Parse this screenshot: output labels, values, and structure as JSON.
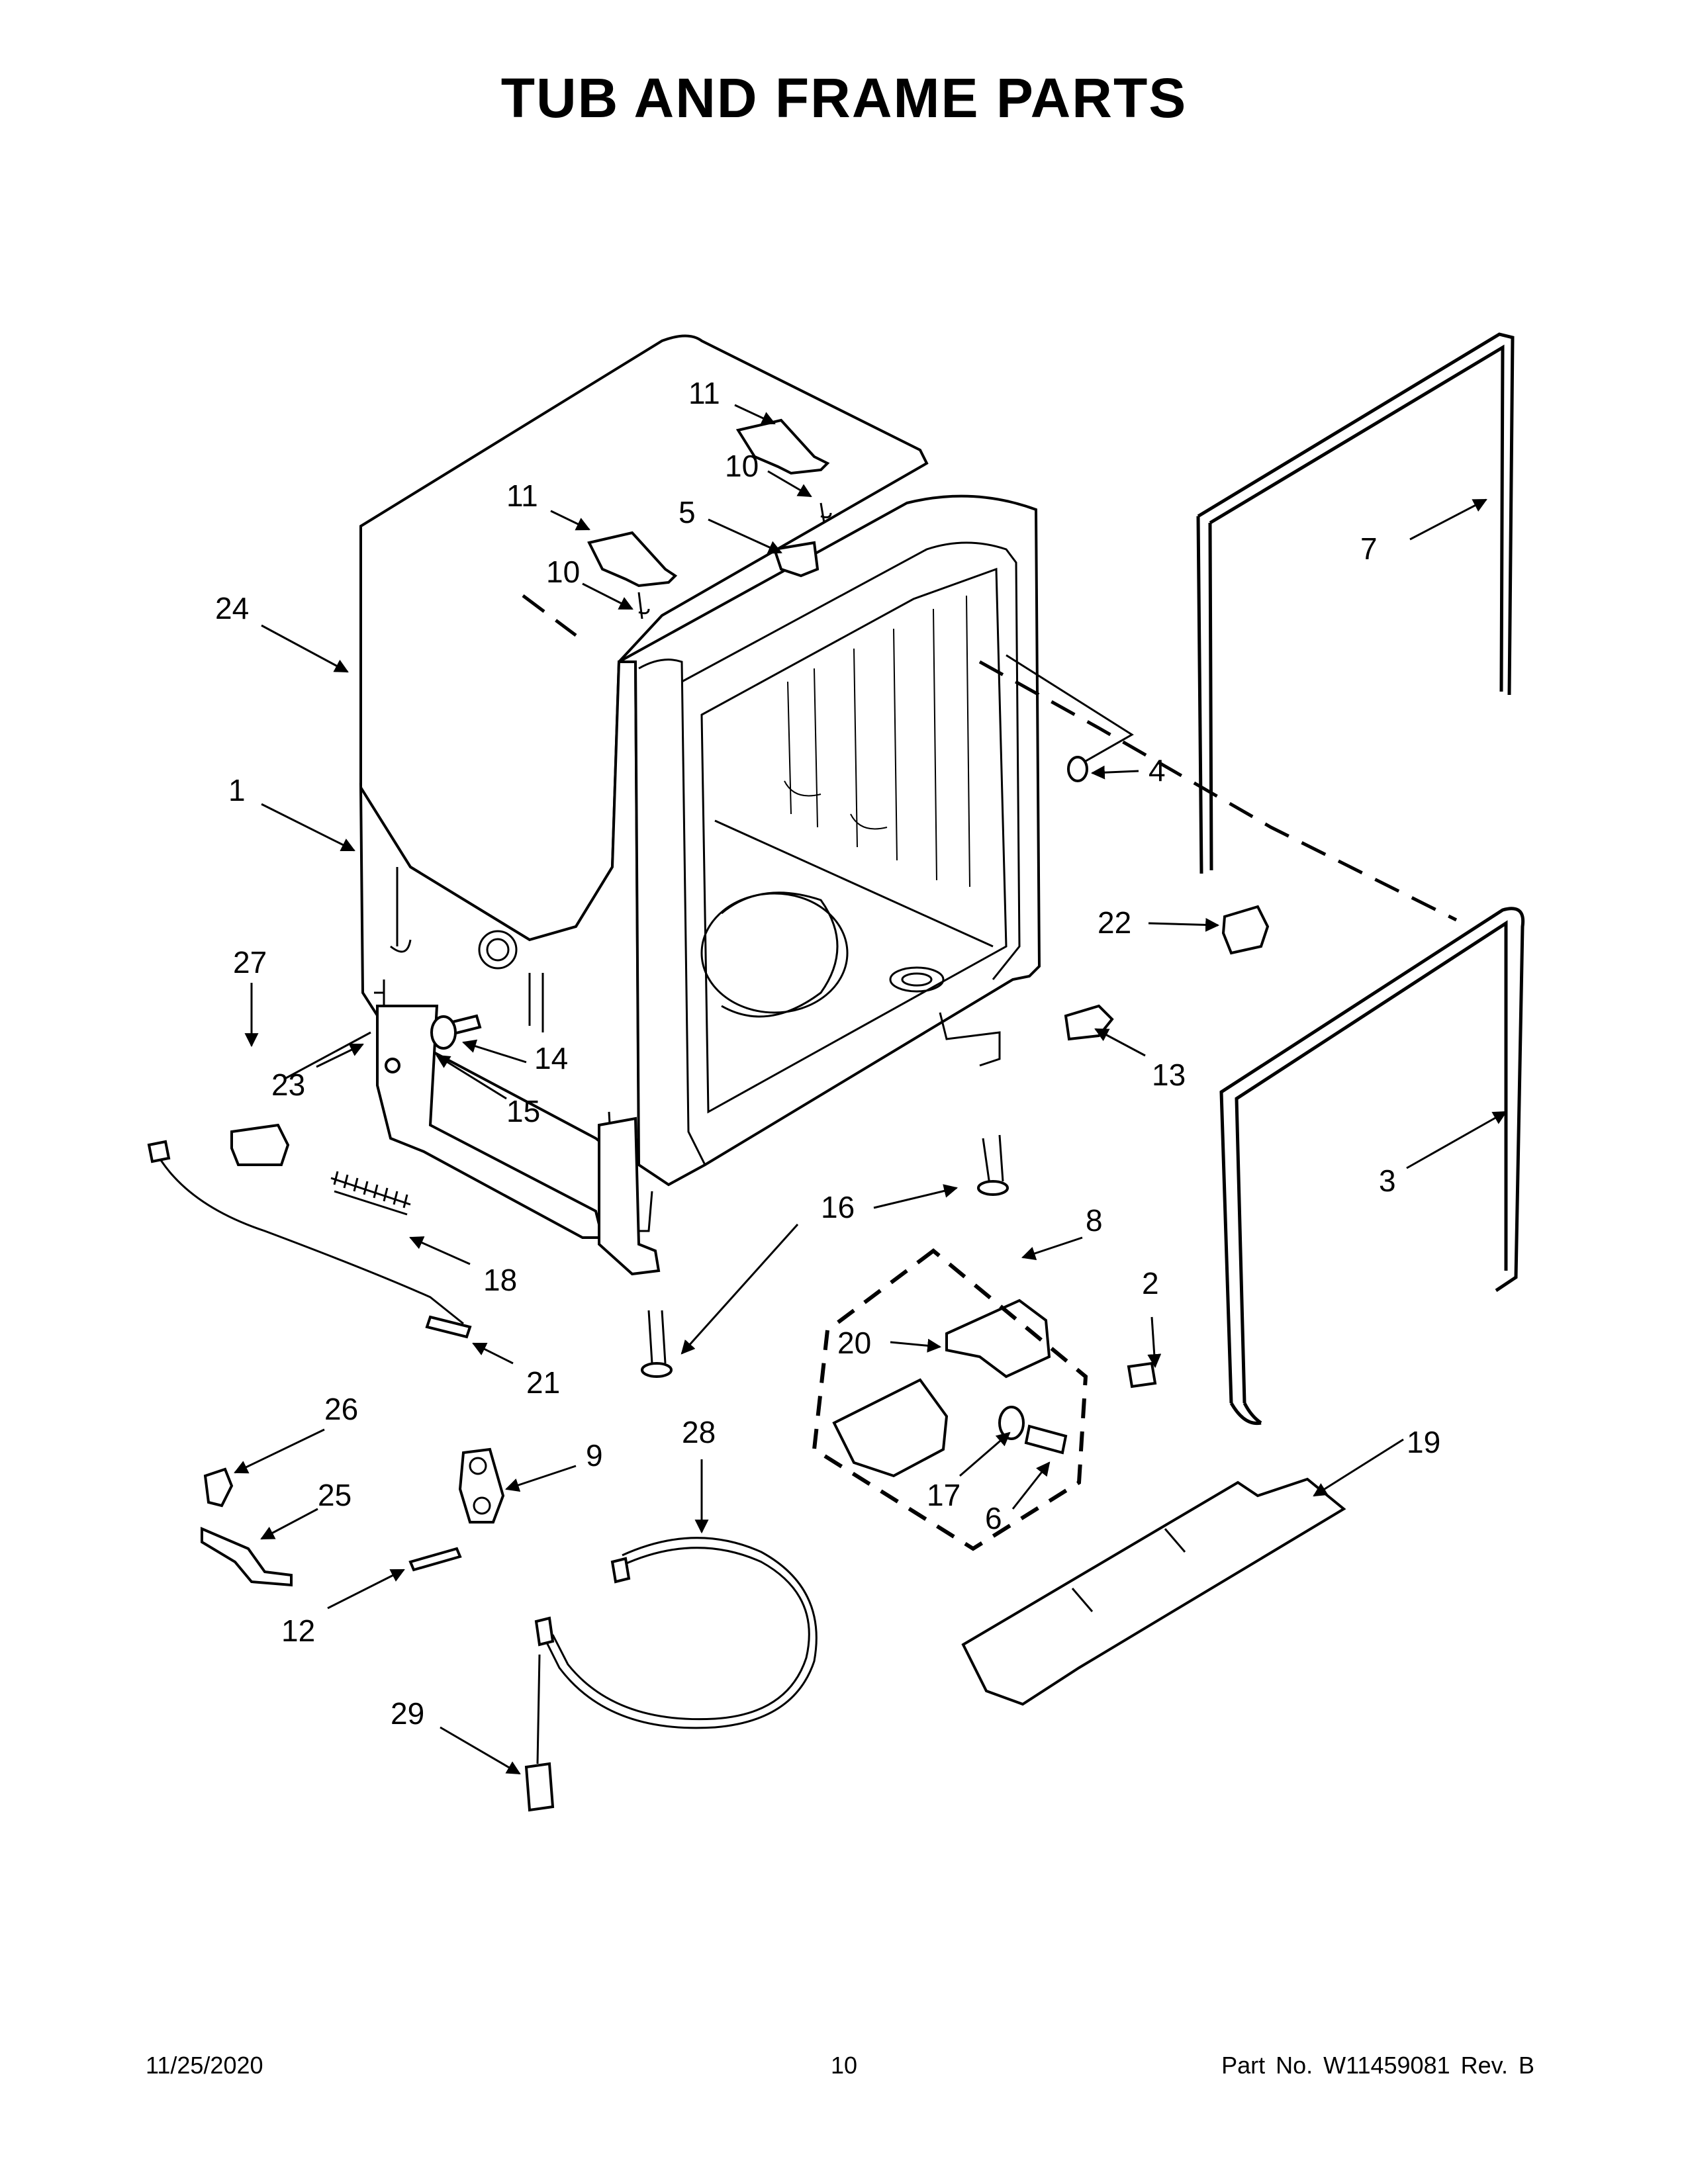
{
  "title": "TUB AND FRAME PARTS",
  "footer": {
    "date": "11/25/2020",
    "page": "10",
    "part": "Part No.  W11459081  Rev.  B"
  },
  "callouts": [
    "1",
    "2",
    "3",
    "4",
    "5",
    "6",
    "7",
    "8",
    "9",
    "10",
    "10",
    "11",
    "11",
    "12",
    "13",
    "14",
    "15",
    "16",
    "17",
    "18",
    "19",
    "20",
    "21",
    "22",
    "23",
    "24",
    "25",
    "26",
    "27",
    "28",
    "29"
  ],
  "colors": {
    "line": "#000000",
    "background": "#ffffff"
  }
}
